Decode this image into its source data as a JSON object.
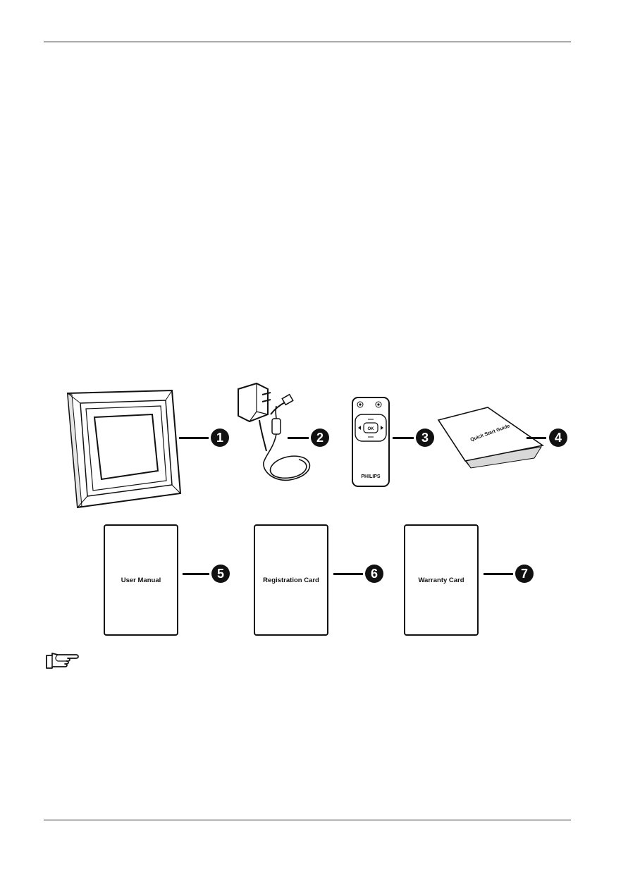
{
  "items": [
    {
      "number": "1",
      "name": "Photo frame"
    },
    {
      "number": "2",
      "name": "Power adapter"
    },
    {
      "number": "3",
      "name": "Remote control",
      "brand": "PHILIPS",
      "ok_label": "OK"
    },
    {
      "number": "4",
      "name": "Quick start guide",
      "label": "Quick Start Guide"
    },
    {
      "number": "5",
      "label": "User Manual"
    },
    {
      "number": "6",
      "label": "Registration Card"
    },
    {
      "number": "7",
      "label": "Warranty Card"
    }
  ]
}
